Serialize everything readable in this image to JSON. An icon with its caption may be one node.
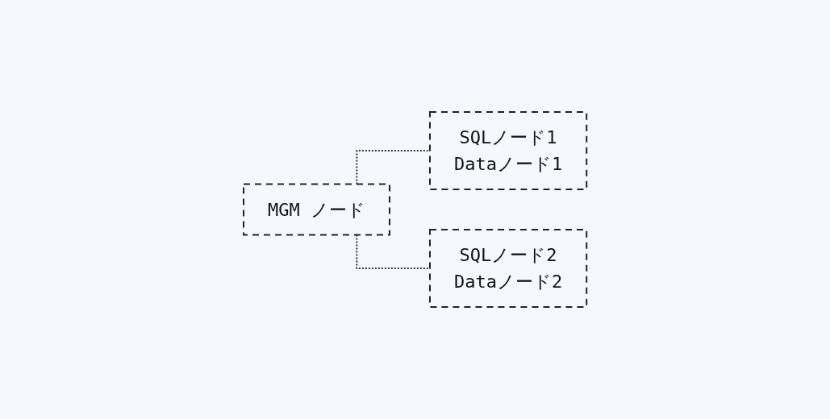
{
  "diagram": {
    "nodes": [
      {
        "text": [
          "MGM ノード"
        ]
      },
      {
        "text": [
          "SQLノード1",
          "Dataノード1"
        ]
      },
      {
        "text": [
          "SQLノード2",
          "Dataノード2"
        ]
      }
    ],
    "edges": [
      {
        "from": 0,
        "to": 1,
        "arrow": "none",
        "style": "dashed"
      },
      {
        "from": 0,
        "to": 2,
        "arrow": "none",
        "style": "dashed"
      }
    ]
  }
}
